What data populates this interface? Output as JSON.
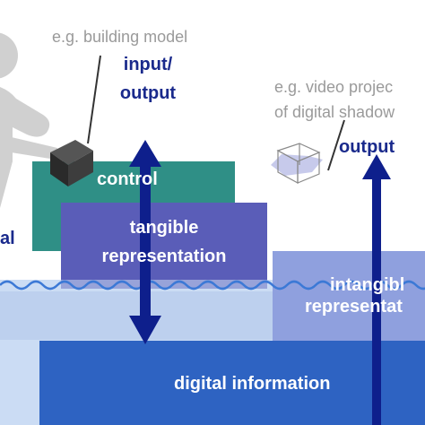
{
  "labels": {
    "building_note": "e.g. building model",
    "input_output_line1": "input/",
    "input_output_line2": "output",
    "video_note_line1": "e.g. video projec",
    "video_note_line2": "of digital shadow",
    "output": "output",
    "control": "control",
    "tangible_line1": "tangible",
    "tangible_line2": "representation",
    "intangible_line1": "intangibl",
    "intangible_line2": "representat",
    "digital_information": "digital information",
    "physical_fragment": "al"
  },
  "colors": {
    "control_block": "#2f8f86",
    "tangible_block": "#5a5db8",
    "intangible_block": "#8fa0de",
    "digital_block": "#2e63c2",
    "water": "#cbdcf4",
    "water_deep": "#bdd0ee",
    "water_wave": "#3c79d6",
    "arrow": "#0e1f8c",
    "figure_gray": "#cfcfcf",
    "cube_dark": "#333333",
    "note_gray": "#9a9a9a"
  },
  "icons": [
    "person-silhouette-icon",
    "dark-cube-icon",
    "wireframe-cube-icon",
    "double-arrow-icon",
    "up-arrow-icon"
  ]
}
